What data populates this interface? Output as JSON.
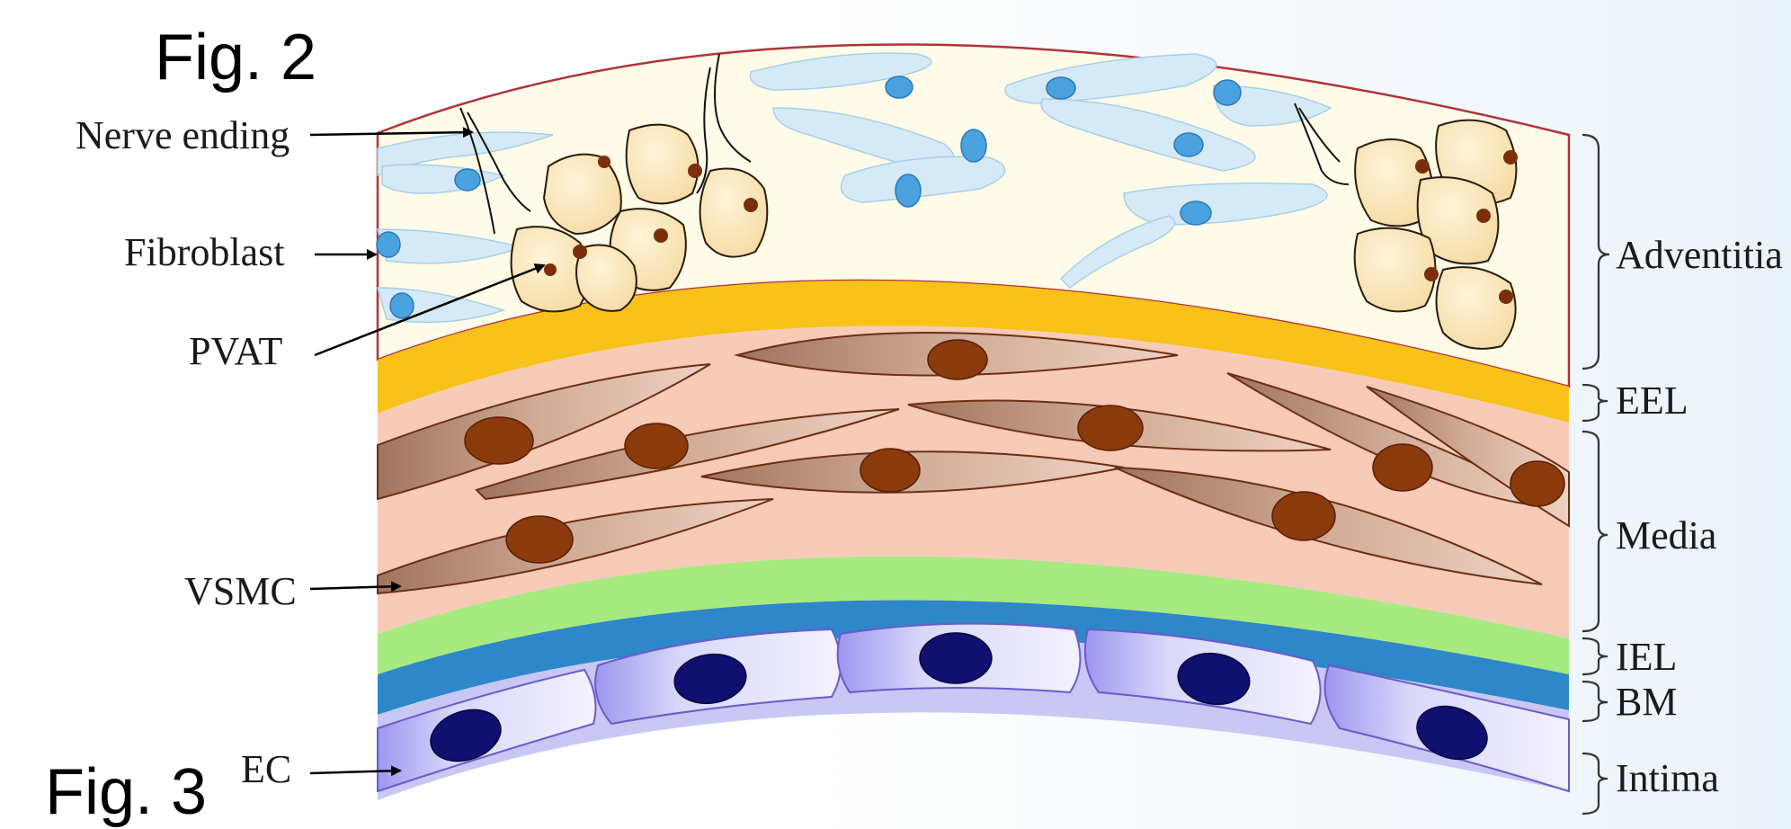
{
  "figure_labels": {
    "top": "Fig. 2",
    "bottom": "Fig. 3"
  },
  "left_labels": {
    "nerve_ending": "Nerve ending",
    "fibroblast": "Fibroblast",
    "pvat": "PVAT",
    "vsmc": "VSMC",
    "ec": "EC"
  },
  "layer_labels": {
    "adventitia": "Adventitia",
    "eel": "EEL",
    "media": "Media",
    "iel": "IEL",
    "bm": "BM",
    "intima": "Intima"
  },
  "colors": {
    "adventitia": "#fefbe8",
    "eel": "#f8c21b",
    "media": "#f7cbb8",
    "iel": "#a6ea80",
    "bm": "#2e87c9",
    "endothelium": "#c9c8f5",
    "ec_nucleus": "#101070",
    "vsmc_body": "#c9a28e",
    "vsmc_nucleus": "#8a3a0b",
    "pvat_cell": "#fbe5b4",
    "fibroblast": "#d5eaf6",
    "fibroblast_nucleus": "#4aa3df"
  }
}
